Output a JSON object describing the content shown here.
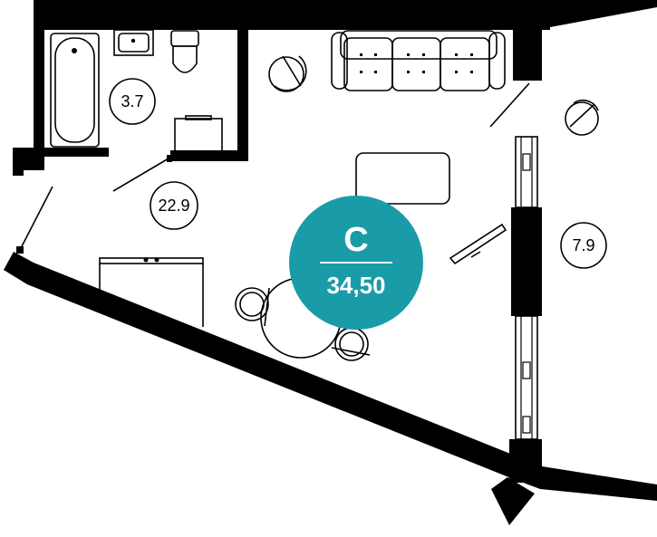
{
  "plan": {
    "apartment_type": "С",
    "total_area": "34,50",
    "badge_color": "#1a9ba8",
    "rooms": [
      {
        "id": "bathroom",
        "area": "3.7"
      },
      {
        "id": "main-room",
        "area": "22.9"
      },
      {
        "id": "loggia",
        "area": "7.9"
      }
    ]
  }
}
